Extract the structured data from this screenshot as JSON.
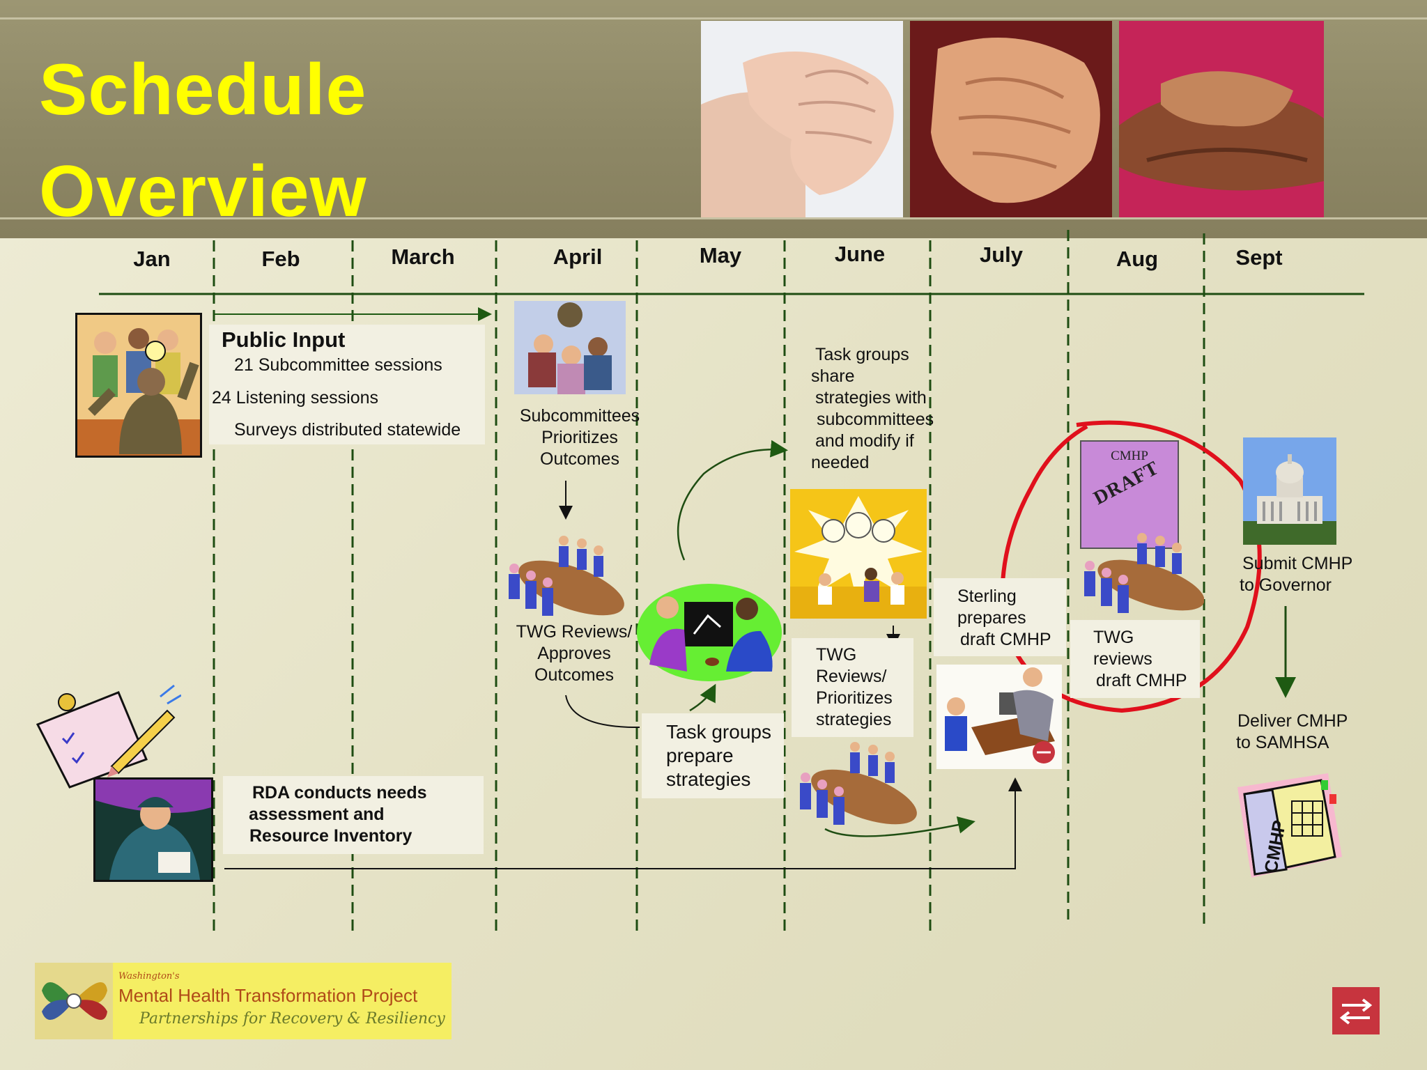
{
  "title": {
    "line1": "Schedule",
    "line2": "Overview"
  },
  "months": [
    "Jan",
    "Feb",
    "March",
    "April",
    "May",
    "June",
    "July",
    "Aug",
    "Sept"
  ],
  "public_input": {
    "heading": "Public Input",
    "lines": [
      "21 Subcommittee sessions",
      "24 Listening sessions",
      "Surveys distributed statewide"
    ]
  },
  "subcommittees": [
    "Subcommittees",
    "Prioritizes",
    "Outcomes"
  ],
  "twg_approves": [
    "TWG Reviews/",
    "Approves",
    "Outcomes"
  ],
  "task_prepare": [
    "Task groups",
    "prepare",
    "strategies"
  ],
  "task_share": [
    "Task groups",
    "share",
    "strategies with",
    "subcommittees",
    "and modify if",
    "needed"
  ],
  "twg_prioritizes": [
    "TWG",
    "Reviews/",
    "Prioritizes",
    "strategies"
  ],
  "sterling": [
    "Sterling",
    "prepares",
    "draft CMHP"
  ],
  "twg_draft": [
    "TWG",
    "reviews",
    "draft CMHP"
  ],
  "draft_doc": {
    "top": "CMHP",
    "stamp": "DRAFT"
  },
  "submit": [
    "Submit CMHP",
    "to Governor"
  ],
  "deliver": [
    "Deliver CMHP",
    "to SAMHSA"
  ],
  "binder_label": "CMHP",
  "rda": [
    "RDA conducts needs",
    "assessment and",
    "Resource Inventory"
  ],
  "logo": {
    "small": "Washington's",
    "main": "Mental Health Transformation Project",
    "tagline": "Partnerships for Recovery & Resiliency"
  },
  "colors": {
    "title": "#ffff00",
    "header": "#8d8765",
    "arrow": "#1e5a12",
    "draft_circle": "#e0101c",
    "nav_button": "#c7343e"
  }
}
